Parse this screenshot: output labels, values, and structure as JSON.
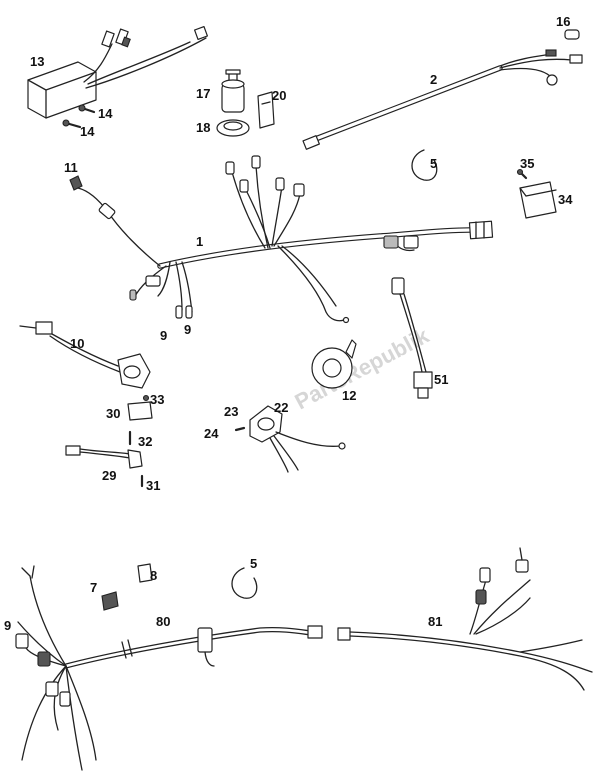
{
  "watermark": "PartsRepublik",
  "labels": {
    "p1": "1",
    "p2": "2",
    "p5a": "5",
    "p5b": "5",
    "p7": "7",
    "p8": "8",
    "p9a": "9",
    "p9b": "9",
    "p9c": "9",
    "p10": "10",
    "p11": "11",
    "p12": "12",
    "p13": "13",
    "p14a": "14",
    "p14b": "14",
    "p16": "16",
    "p17": "17",
    "p18": "18",
    "p20": "20",
    "p22": "22",
    "p23": "23",
    "p24": "24",
    "p29": "29",
    "p30": "30",
    "p31": "31",
    "p32": "32",
    "p33": "33",
    "p34": "34",
    "p35": "35",
    "p51": "51",
    "p80": "80",
    "p81": "81"
  }
}
